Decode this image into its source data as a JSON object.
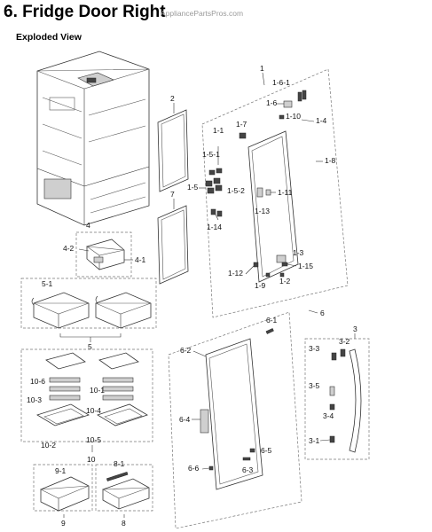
{
  "header": {
    "title": "6.  Fridge Door Right",
    "watermark": "AppliancePartsPros.com",
    "subtitle": "Exploded View"
  },
  "labels": {
    "p1": "1",
    "p1_6_1": "1-6-1",
    "p1_6": "1-6",
    "p1_10": "1-10",
    "p1_4": "1-4",
    "p1_7": "1-7",
    "p1_1": "1-1",
    "p1_8": "1-8",
    "p1_5_1": "1-5-1",
    "p1_5": "1-5",
    "p1_5_2": "1-5-2",
    "p1_11": "1-11",
    "p1_13": "1-13",
    "p1_14": "1-14",
    "p1_3": "1-3",
    "p1_15": "1-15",
    "p1_12": "1-12",
    "p1_9": "1-9",
    "p1_2": "1-2",
    "p2": "2",
    "p7": "7",
    "p4": "4",
    "p4_2": "4-2",
    "p4_1": "4-1",
    "p5_1": "5-1",
    "p5": "5",
    "p6": "6",
    "p6_1": "6-1",
    "p6_2": "6-2",
    "p6_4": "6-4",
    "p6_5": "6-5",
    "p6_6": "6-6",
    "p6_3": "6-3",
    "p3": "3",
    "p3_3": "3-3",
    "p3_2": "3-2",
    "p3_5": "3-5",
    "p3_4": "3-4",
    "p3_1": "3-1",
    "p10_6": "10-6",
    "p10_1": "10-1",
    "p10_3": "10-3",
    "p10_4": "10-4",
    "p10_2": "10-2",
    "p10_5": "10-5",
    "p10": "10",
    "p9_1": "9-1",
    "p9": "9",
    "p8_1": "8-1",
    "p8": "8"
  }
}
